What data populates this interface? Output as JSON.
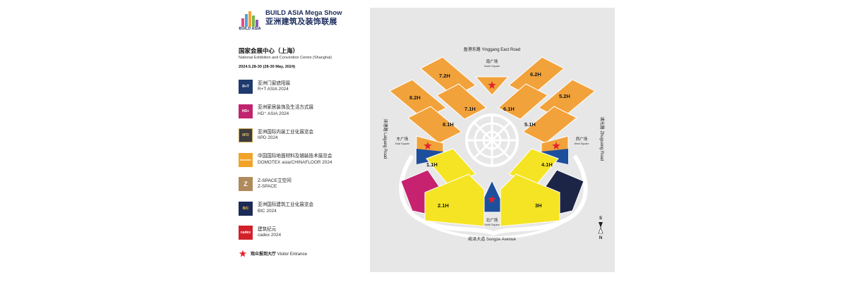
{
  "brand": {
    "logo_text": "BUILD ASIA",
    "title_en": "BUILD ASIA Mega Show",
    "title_cn": "亚洲建筑及装饰联展"
  },
  "venue": {
    "name_cn": "国家会展中心（上海）",
    "name_en": "National Exhibition and Convention Centre (Shanghai)",
    "date": "2024.5.28-30 (28-30 May, 2024)"
  },
  "shows": [
    {
      "cn": "亚洲门窗遮阳展",
      "en": "R+T ASIA 2024",
      "icon": "rt-asia-logo",
      "color": "#1f3a6e",
      "logo_text": "R+T"
    },
    {
      "cn": "亚洲家居装饰及生活方式展",
      "en": "HD⁺ ASIA 2024",
      "icon": "hd-asia-logo",
      "color": "#c0246f",
      "logo_text": "HD+"
    },
    {
      "cn": "亚洲国际内装工业化展览会",
      "en": "IIPD 2024",
      "icon": "iipd-logo",
      "color": "#3d3d3d",
      "logo_text": "IIPD"
    },
    {
      "cn": "中国国际地面材料及铺装技术展览会",
      "en": "DOMOTEX asia/CHINAFLOOR 2024",
      "icon": "domotex-logo",
      "color": "#f1a228",
      "logo_text": "domotex"
    },
    {
      "cn": "Z-SPACE立空间",
      "en": "Z-SPACE",
      "icon": "z-space-logo",
      "color": "#b08a5a",
      "logo_text": "Z"
    },
    {
      "cn": "亚洲国际建筑工业化展览会",
      "en": "BIC 2024",
      "icon": "bic-logo",
      "color": "#1c2a58",
      "logo_text": "BIC"
    },
    {
      "cn": "建筑纪元",
      "en": "cadex 2024",
      "icon": "cadex-logo",
      "color": "#d2202a",
      "logo_text": "cadex"
    }
  ],
  "entrance_legend": {
    "cn": "观众报到大厅",
    "en": "Visitor Entrance",
    "icon": "red-star-icon"
  },
  "map": {
    "roads": {
      "north": "盈港东路 Yinggang East Road",
      "south": "崧泽大道 Songze Avenue",
      "west": "涞港路 Laigang Road",
      "east": "诸光路 Zhuguang Road"
    },
    "squares": {
      "north": {
        "cn": "南广场",
        "en": "South Square"
      },
      "south": {
        "cn": "北广场",
        "en": "North Square"
      },
      "west": {
        "cn": "东广场",
        "en": "East Square"
      },
      "east": {
        "cn": "西广场",
        "en": "West Square"
      }
    },
    "halls": {
      "h72": "7.2H",
      "h82": "8.2H",
      "h71": "7.1H",
      "h81": "8.1H",
      "h62": "6.2H",
      "h52": "5.2H",
      "h61": "6.1H",
      "h51": "5.1H",
      "h11": "1.1H",
      "h21": "2.1H",
      "h41": "4.1H",
      "h3": "3H"
    },
    "compass": {
      "north": "S",
      "south": "N"
    },
    "colors": {
      "orange": "#f2a23a",
      "yellow": "#f4e423",
      "blue": "#1e4f9c",
      "magenta": "#c6226f",
      "navy": "#1d2547",
      "star": "#e2232a",
      "background": "#e7e7e7"
    }
  }
}
